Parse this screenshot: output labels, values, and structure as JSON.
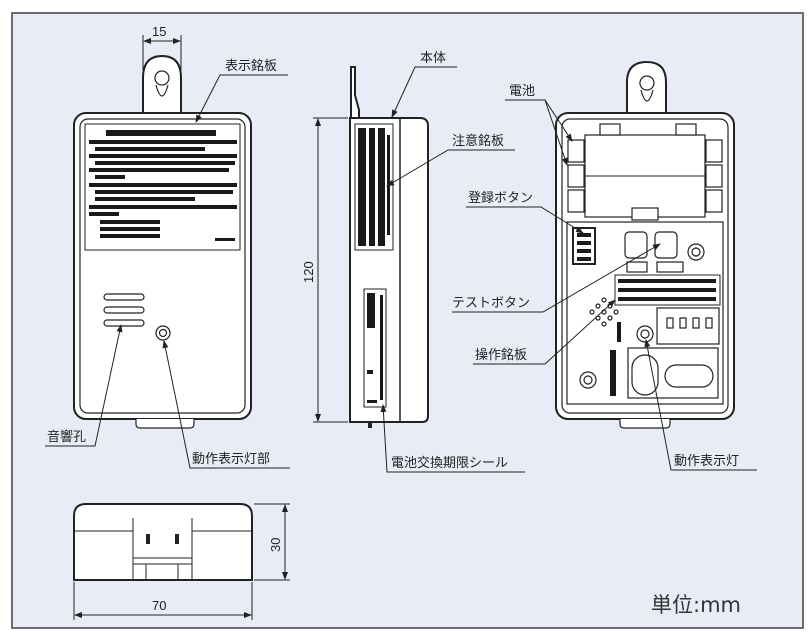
{
  "diagram": {
    "unit_label": "単位:mm",
    "dimensions": {
      "hook_width": "15",
      "height": "120",
      "depth": "30",
      "width": "70"
    },
    "front_view": {
      "labels": {
        "display_nameplate": "表示銘板",
        "sound_holes": "音響孔",
        "indicator_lamp_part": "動作表示灯部"
      }
    },
    "side_view": {
      "labels": {
        "main_body": "本体",
        "caution_nameplate": "注意銘板",
        "battery_seal": "電池交換期限シール"
      }
    },
    "back_view": {
      "labels": {
        "battery": "電池",
        "register_button": "登録ボタン",
        "test_button": "テストボタン",
        "operation_nameplate": "操作銘板",
        "indicator_lamp": "動作表示灯"
      }
    }
  }
}
